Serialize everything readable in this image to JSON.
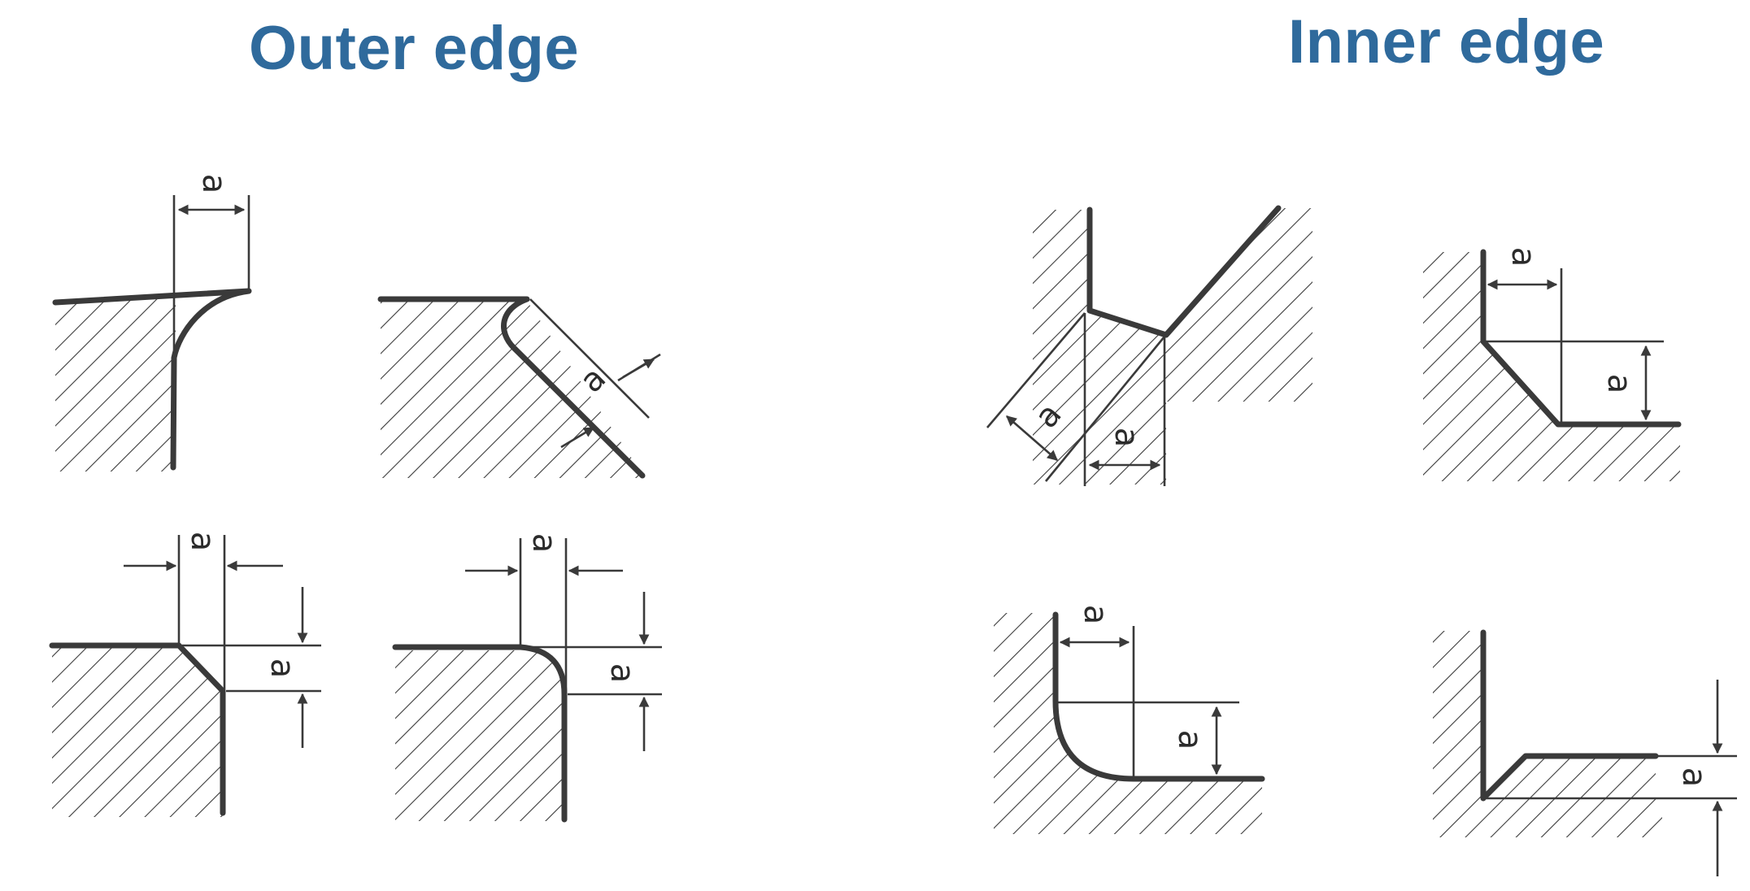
{
  "titles": {
    "outer": "Outer edge",
    "inner": "Inner edge"
  },
  "dimension_label": "a",
  "colors": {
    "title": "#2f6a9c",
    "line": "#3a3a3a",
    "background": "#ffffff"
  }
}
